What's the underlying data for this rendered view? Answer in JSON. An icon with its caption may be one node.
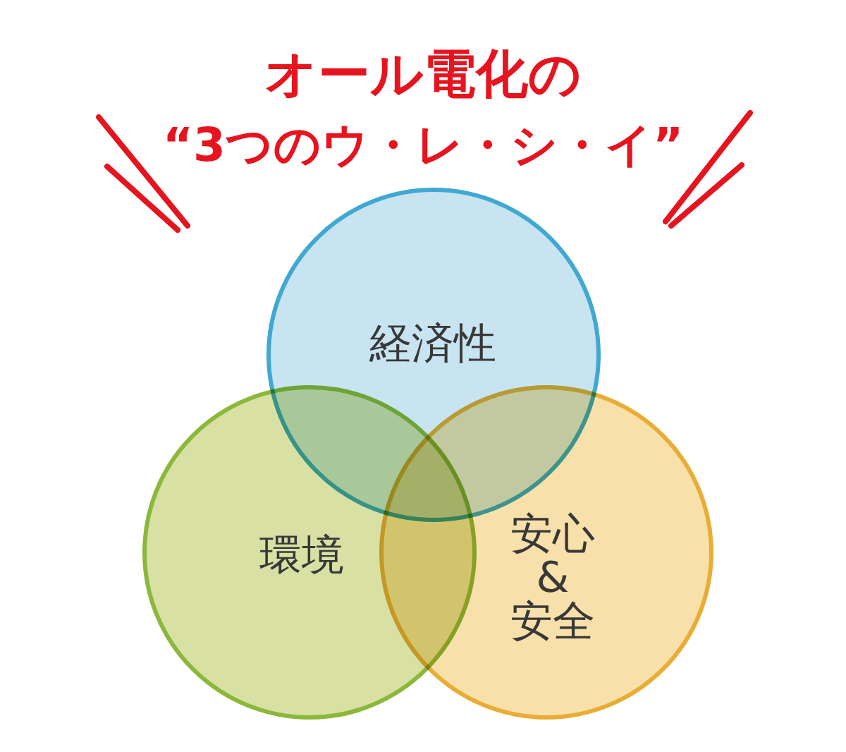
{
  "diagram": {
    "title": "オール電化の“3つのウ・レ・シ・イ”",
    "nodes": [
      {
        "text": [
          "経済性"
        ]
      },
      {
        "text": [
          "環境"
        ]
      },
      {
        "text": [
          "安心&安全"
        ]
      }
    ]
  }
}
